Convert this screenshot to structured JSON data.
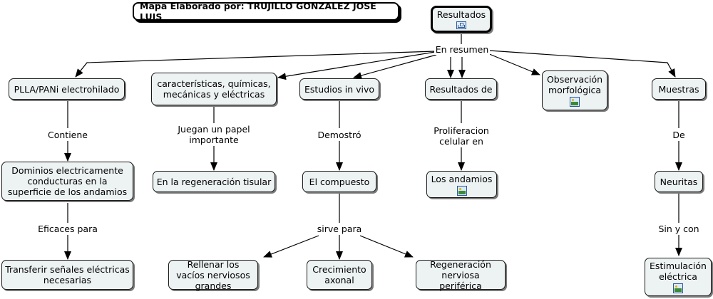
{
  "title": "Mapa Elaborado por: TRUJILLO GONZALEZ JOSE LUIS",
  "root": "Resultados",
  "hub": "En resumen",
  "nodes": {
    "plla": "PLLA/PANi electrohilado",
    "caracteristicas": "características, químicas, mecánicas y eléctricas",
    "estudios": "Estudios in vivo",
    "resultados_de": "Resultados de",
    "observacion": "Observación morfológica",
    "muestras": "Muestras",
    "dominios": "Dominios electricamente conducturas en la superficie de los andamios",
    "regeneracion_tisular": "En la regeneración tisular",
    "compuesto": "El compuesto",
    "andamios": "Los andamios",
    "neuritas": "Neuritas",
    "transferir": "Transferir señales eléctricas necesarias",
    "rellenar": "Rellenar los vacíos nerviosos grandes",
    "crecimiento": "Crecimiento axonal",
    "regeneracion_nerviosa": "Regeneración nerviosa periférica",
    "estimulacion": "Estimulación eléctrica"
  },
  "links": {
    "contiene": "Contiene",
    "juegan": "Juegan un papel importante",
    "demostro": "Demostró",
    "proliferacion": "Proliferacion celular en",
    "de": "De",
    "eficaces": "Eficaces para",
    "sirve": "sirve para",
    "sin_y_con": "Sin y con"
  },
  "icons": {
    "root": "concept-map-icon",
    "observacion": "image-icon",
    "andamios": "image-icon",
    "estimulacion": "image-icon"
  }
}
